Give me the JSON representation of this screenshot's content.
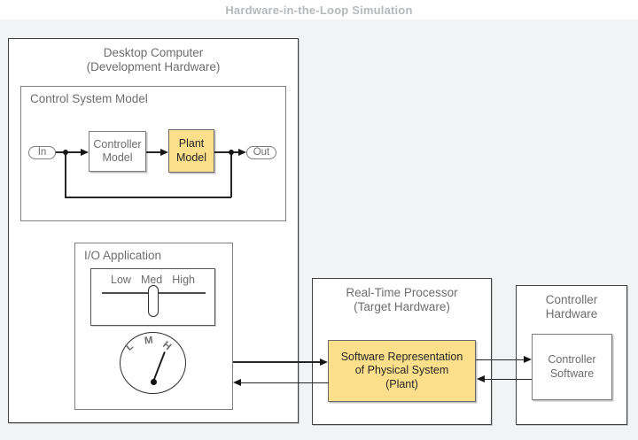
{
  "figure_title": "Hardware-in-the-Loop Simulation",
  "colors": {
    "background": "#f1f3f5",
    "box_fill": "#ffffff",
    "highlight_yellow": "#fbdf8a",
    "line_black": "#161616",
    "label_gray": "#6d6d6d",
    "title_gray": "#b6b8bb"
  },
  "desktop_computer": {
    "title_line1": "Desktop Computer",
    "title_line2": "(Development Hardware)",
    "control_system_model": {
      "label": "Control System Model",
      "in_port": "In",
      "out_port": "Out",
      "controller_block": {
        "line1": "Controller",
        "line2": "Model"
      },
      "plant_block": {
        "line1": "Plant",
        "line2": "Model"
      }
    },
    "io_application": {
      "label": "I/O Application",
      "slider": {
        "labels": [
          "Low",
          "Med",
          "High"
        ]
      },
      "gauge": {
        "labels": [
          "L",
          "M",
          "H"
        ]
      }
    }
  },
  "real_time_processor": {
    "title_line1": "Real-Time Processor",
    "title_line2": "(Target Hardware)",
    "plant_block": {
      "line1": "Software Representation",
      "line2": "of Physical System",
      "line3": "(Plant)"
    }
  },
  "controller_hardware": {
    "title_line1": "Controller",
    "title_line2": "Hardware",
    "software_block": {
      "line1": "Controller",
      "line2": "Software"
    }
  }
}
